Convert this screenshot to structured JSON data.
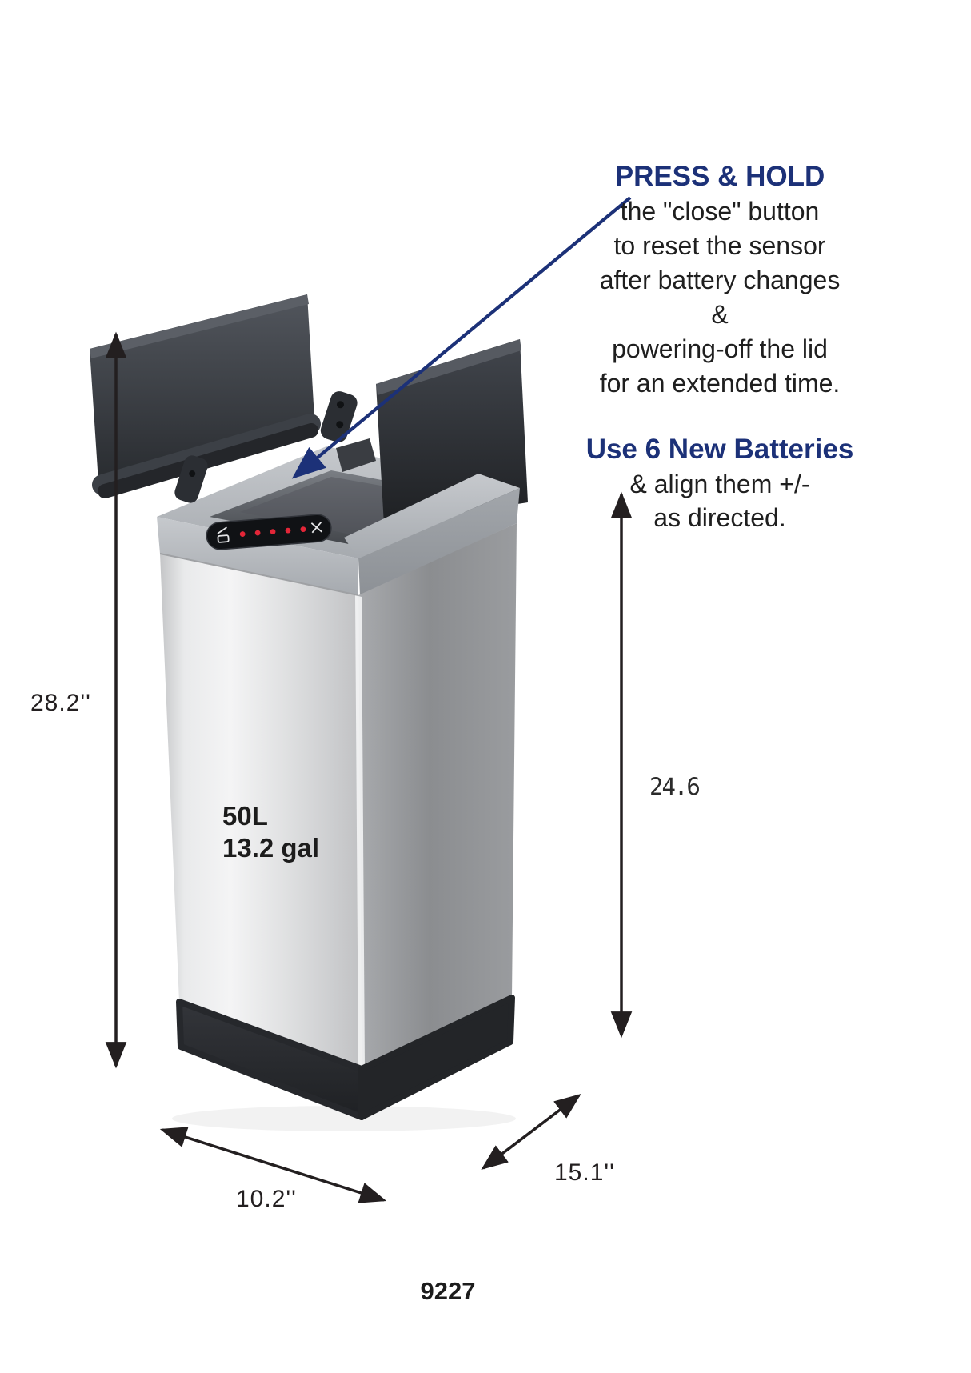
{
  "figure": {
    "type": "annotated product illustration",
    "subject": "stainless steel sensor trash can with butterfly lid open"
  },
  "instructions": {
    "heading": "PRESS & HOLD",
    "lines": [
      "the \"close\" button",
      "to reset the sensor",
      "after battery changes",
      "&",
      "powering-off the lid",
      "for an extended time."
    ],
    "subheading": "Use 6 New Batteries",
    "sublines": [
      "& align them +/-",
      "as directed."
    ]
  },
  "dimensions": {
    "overall_height": "28.2''",
    "body_height": "24.6",
    "front_width": "10.2''",
    "side_depth": "15.1''"
  },
  "capacity": {
    "liters": "50L",
    "gallons": "13.2 gal"
  },
  "model_number": "9227",
  "icons": {
    "open_lid": "open-lid-icon",
    "close_lid": "close-lid-icon",
    "leds": "led-indicator-lights",
    "pointer": "pointer-arrow"
  },
  "colors": {
    "accent_navy": "#1c3178",
    "text_black": "#231f20",
    "arrow_black": "#231f20",
    "led_red": "#e32638",
    "panel_black": "#101215",
    "steel_light": "#eceded",
    "steel_dark": "#8b8d90",
    "lid_charcoal": "#2a2d31"
  }
}
